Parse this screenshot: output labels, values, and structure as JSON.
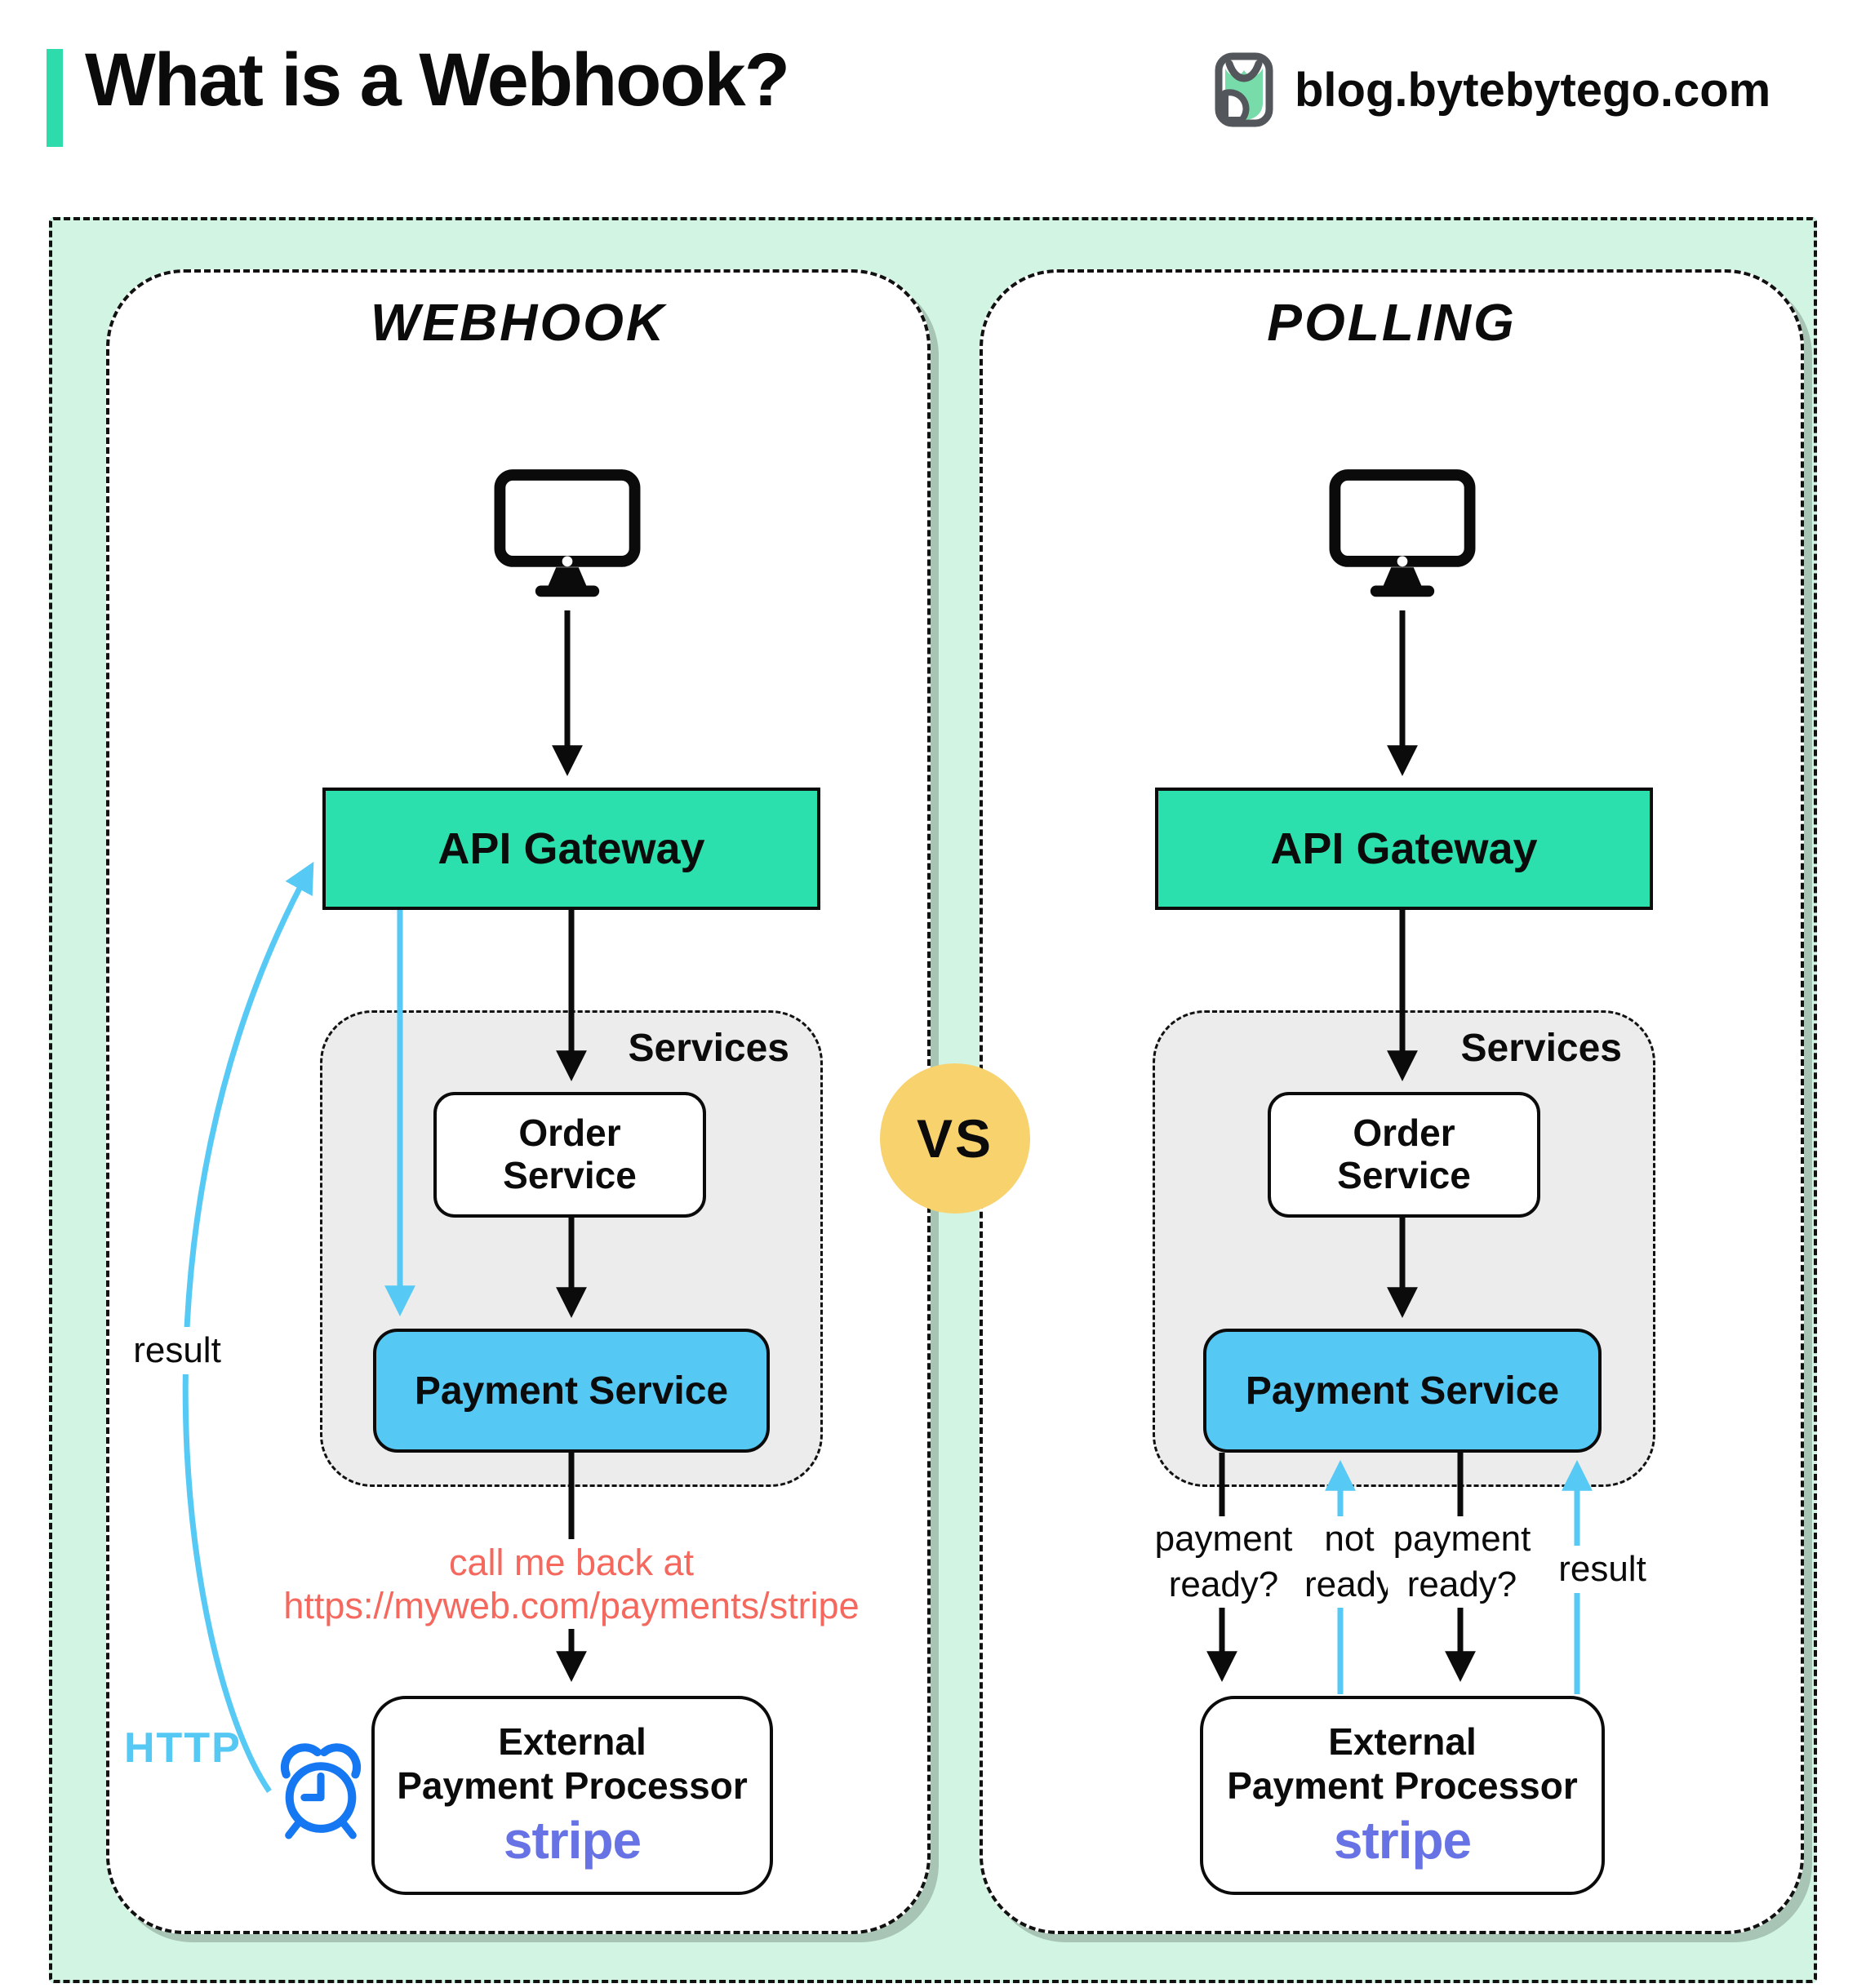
{
  "header": {
    "title": "What is a Webhook?",
    "site": "blog.bytebytego.com",
    "logo_icon": "bytebytego-owl-logo"
  },
  "vs_label": "VS",
  "colors": {
    "mint_background": "#d2f5e3",
    "teal_box": "#2be0ad",
    "sky_blue": "#55c8f3",
    "clock_blue": "#1677f2",
    "vs_yellow": "#f7d26d",
    "note_salmon": "#f5685e",
    "stripe_purple": "#6772e5",
    "services_gray": "#ececec"
  },
  "panels": {
    "webhook": {
      "title": "Webhook",
      "client_icon": "desktop-monitor",
      "api_gateway": "API Gateway",
      "services_label": "Services",
      "order_service": "Order Service",
      "payment_service": "Payment Service",
      "callback_note": {
        "line1": "call me back at",
        "line2": "https://myweb.com/payments/stripe"
      },
      "external_processor": {
        "line1": "External",
        "line2": "Payment Processor",
        "brand": "stripe"
      },
      "result_label": "result",
      "http_label": "HTTP",
      "timer_icon": "alarm-clock"
    },
    "polling": {
      "title": "Polling",
      "client_icon": "desktop-monitor",
      "api_gateway": "API Gateway",
      "services_label": "Services",
      "order_service": "Order Service",
      "payment_service": "Payment Service",
      "external_processor": {
        "line1": "External",
        "line2": "Payment Processor",
        "brand": "stripe"
      },
      "poll_labels": {
        "q1": "payment ready?",
        "a1": "not ready",
        "q2": "payment ready?",
        "result": "result"
      }
    }
  }
}
